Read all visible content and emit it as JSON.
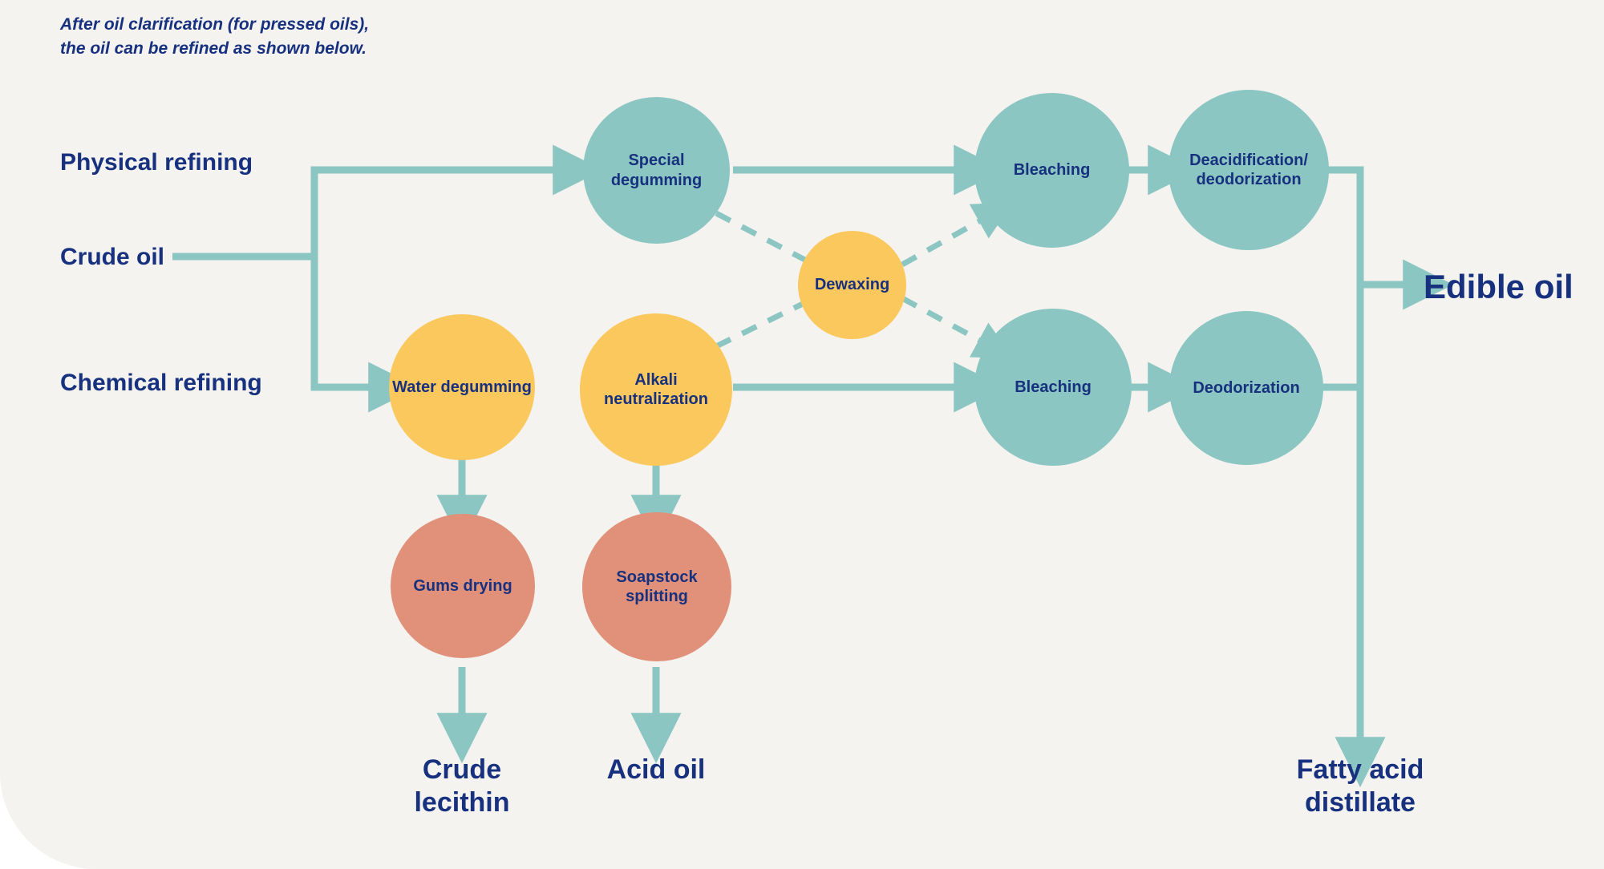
{
  "caption": "After oil clarification (for pressed oils),\nthe oil can be refined as shown below.",
  "colors": {
    "background": "#f4f3f0",
    "text_blue": "#17317f",
    "teal": "#8cc6c2",
    "yellow": "#fbc85e",
    "salmon": "#e1917a",
    "connector": "#8cc6c2"
  },
  "side_labels": {
    "physical_refining": "Physical refining",
    "crude_oil": "Crude oil",
    "chemical_refining": "Chemical refining"
  },
  "nodes": {
    "special_degumming": "Special\ndegumming",
    "bleaching_top": "Bleaching",
    "deacidification_deodorization": "Deacidification/\ndeodorization",
    "dewaxing": "Dewaxing",
    "water_degumming": "Water\ndegumming",
    "alkali_neutralization": "Alkali\nneutralization",
    "bleaching_bottom": "Bleaching",
    "deodorization": "Deodorization",
    "gums_drying": "Gums drying",
    "soapstock_splitting": "Soapstock\nsplitting"
  },
  "outputs": {
    "edible_oil": "Edible oil",
    "crude_lecithin": "Crude\nlecithin",
    "acid_oil": "Acid oil",
    "fatty_acid_distillate": "Fatty acid\ndistillate"
  },
  "chart_data": {
    "type": "diagram",
    "title": "Edible oil refining process flow",
    "stages": [
      {
        "id": "special_degumming",
        "label": "Special degumming",
        "color": "#8cc6c2",
        "row": "physical"
      },
      {
        "id": "bleaching_top",
        "label": "Bleaching",
        "color": "#8cc6c2",
        "row": "physical"
      },
      {
        "id": "deacidification_deodorization",
        "label": "Deacidification/deodorization",
        "color": "#8cc6c2",
        "row": "physical"
      },
      {
        "id": "dewaxing",
        "label": "Dewaxing",
        "color": "#fbc85e",
        "row": "optional"
      },
      {
        "id": "water_degumming",
        "label": "Water degumming",
        "color": "#fbc85e",
        "row": "chemical"
      },
      {
        "id": "alkali_neutralization",
        "label": "Alkali neutralization",
        "color": "#fbc85e",
        "row": "chemical"
      },
      {
        "id": "bleaching_bottom",
        "label": "Bleaching",
        "color": "#8cc6c2",
        "row": "chemical"
      },
      {
        "id": "deodorization",
        "label": "Deodorization",
        "color": "#8cc6c2",
        "row": "chemical"
      },
      {
        "id": "gums_drying",
        "label": "Gums drying",
        "color": "#e1917a",
        "row": "byproduct"
      },
      {
        "id": "soapstock_splitting",
        "label": "Soapstock splitting",
        "color": "#e1917a",
        "row": "byproduct"
      }
    ],
    "edges": [
      {
        "from": "crude_oil",
        "to": "special_degumming",
        "style": "solid"
      },
      {
        "from": "crude_oil",
        "to": "water_degumming",
        "style": "solid"
      },
      {
        "from": "special_degumming",
        "to": "bleaching_top",
        "style": "solid"
      },
      {
        "from": "bleaching_top",
        "to": "deacidification_deodorization",
        "style": "solid"
      },
      {
        "from": "deacidification_deodorization",
        "to": "edible_oil",
        "style": "solid"
      },
      {
        "from": "special_degumming",
        "to": "dewaxing",
        "style": "dashed"
      },
      {
        "from": "dewaxing",
        "to": "bleaching_top",
        "style": "dashed"
      },
      {
        "from": "alkali_neutralization",
        "to": "dewaxing",
        "style": "dashed"
      },
      {
        "from": "dewaxing",
        "to": "bleaching_bottom",
        "style": "dashed"
      },
      {
        "from": "water_degumming",
        "to": "alkali_neutralization",
        "style": "implicit"
      },
      {
        "from": "alkali_neutralization",
        "to": "bleaching_bottom",
        "style": "solid"
      },
      {
        "from": "bleaching_bottom",
        "to": "deodorization",
        "style": "solid"
      },
      {
        "from": "deodorization",
        "to": "edible_oil",
        "style": "solid"
      },
      {
        "from": "water_degumming",
        "to": "gums_drying",
        "style": "solid"
      },
      {
        "from": "gums_drying",
        "to": "crude_lecithin",
        "style": "solid"
      },
      {
        "from": "alkali_neutralization",
        "to": "soapstock_splitting",
        "style": "solid"
      },
      {
        "from": "soapstock_splitting",
        "to": "acid_oil",
        "style": "solid"
      },
      {
        "from": "deacidification_deodorization",
        "to": "fatty_acid_distillate",
        "style": "solid"
      }
    ],
    "outputs": [
      "Edible oil",
      "Crude lecithin",
      "Acid oil",
      "Fatty acid distillate"
    ]
  }
}
